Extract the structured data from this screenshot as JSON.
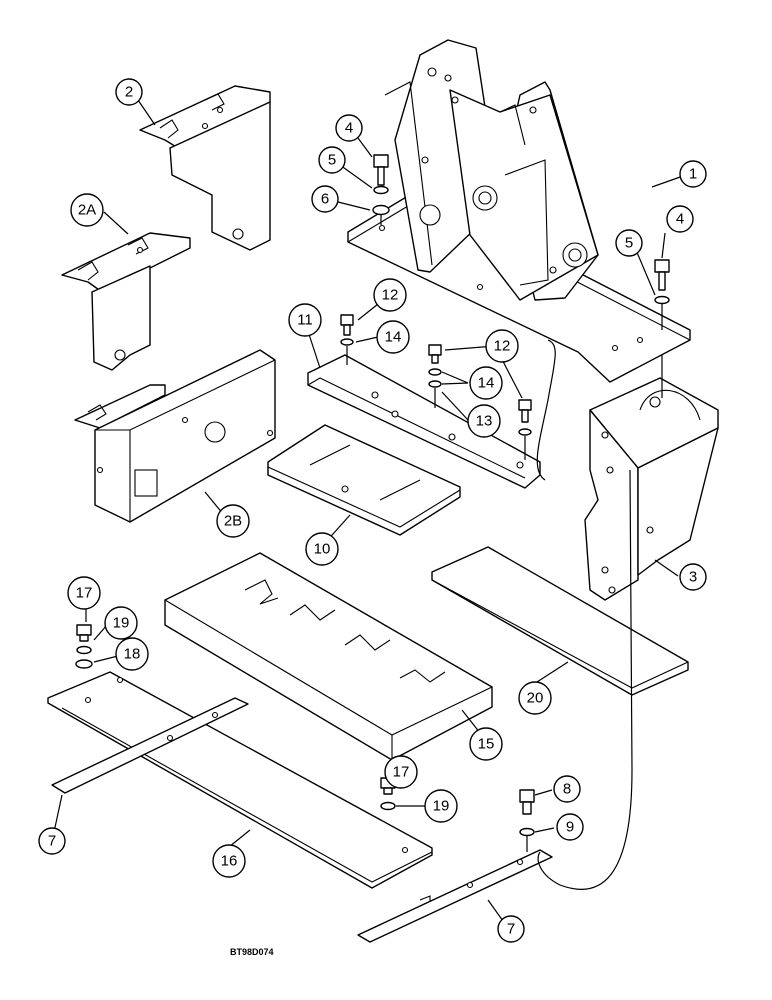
{
  "figure_code": "BT98D074",
  "callouts": [
    {
      "id": "c1",
      "label": "1"
    },
    {
      "id": "c2",
      "label": "2"
    },
    {
      "id": "c2a",
      "label": "2A"
    },
    {
      "id": "c2b",
      "label": "2B"
    },
    {
      "id": "c3",
      "label": "3"
    },
    {
      "id": "c4a",
      "label": "4"
    },
    {
      "id": "c4b",
      "label": "4"
    },
    {
      "id": "c5a",
      "label": "5"
    },
    {
      "id": "c5b",
      "label": "5"
    },
    {
      "id": "c6",
      "label": "6"
    },
    {
      "id": "c7a",
      "label": "7"
    },
    {
      "id": "c7b",
      "label": "7"
    },
    {
      "id": "c8",
      "label": "8"
    },
    {
      "id": "c9",
      "label": "9"
    },
    {
      "id": "c10",
      "label": "10"
    },
    {
      "id": "c11",
      "label": "11"
    },
    {
      "id": "c12a",
      "label": "12"
    },
    {
      "id": "c12b",
      "label": "12"
    },
    {
      "id": "c13",
      "label": "13"
    },
    {
      "id": "c14a",
      "label": "14"
    },
    {
      "id": "c14b",
      "label": "14"
    },
    {
      "id": "c15",
      "label": "15"
    },
    {
      "id": "c16",
      "label": "16"
    },
    {
      "id": "c17a",
      "label": "17"
    },
    {
      "id": "c17b",
      "label": "17"
    },
    {
      "id": "c18",
      "label": "18"
    },
    {
      "id": "c19a",
      "label": "19"
    },
    {
      "id": "c19b",
      "label": "19"
    },
    {
      "id": "c20",
      "label": "20"
    }
  ]
}
